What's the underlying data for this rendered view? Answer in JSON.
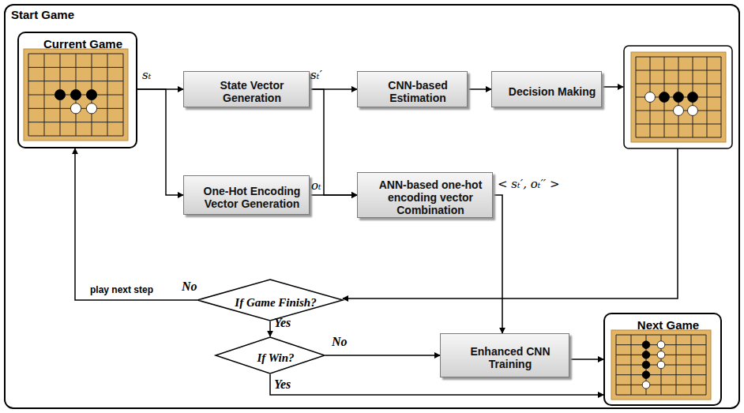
{
  "diagram": {
    "nodes": [
      {
        "text": [
          "Start Game"
        ]
      },
      {
        "text": [
          "Current Game"
        ],
        "in": 0
      },
      {
        "text": [
          "State Vector Generation"
        ],
        "in": 0
      },
      {
        "text": [
          "CNN-based Estimation"
        ],
        "in": 0
      },
      {
        "text": [
          "Decision Making"
        ],
        "in": 0
      },
      {
        "text": [
          "One-Hot Encoding Vector Generation"
        ],
        "in": 0
      },
      {
        "text": [
          "ANN-based one-hot encoding vector Combination"
        ],
        "in": 0
      },
      {
        "text": [
          "If Game Finish?"
        ],
        "in": 0
      },
      {
        "text": [
          "If Win?"
        ],
        "in": 0
      },
      {
        "text": [
          "Enhanced CNN Training"
        ],
        "in": 0
      },
      {
        "text": [
          "Next Game"
        ],
        "in": 0
      }
    ],
    "edges": [
      {
        "from": 1,
        "to": 2,
        "arrow": "to"
      },
      {
        "from": 1,
        "to": 5,
        "arrow": "to"
      },
      {
        "from": 2,
        "to": 3,
        "arrow": "to"
      },
      {
        "from": 2,
        "to": 6,
        "arrow": "to"
      },
      {
        "from": 5,
        "to": 6,
        "arrow": "to"
      },
      {
        "from": 3,
        "to": 4,
        "arrow": "to"
      },
      {
        "from": 7,
        "to": 1,
        "label": "play next step",
        "arrow": "to"
      },
      {
        "from": 7,
        "to": 8,
        "arrow": "to"
      },
      {
        "from": 8,
        "to": 9,
        "arrow": "to"
      },
      {
        "from": 8,
        "to": 10,
        "arrow": "to"
      },
      {
        "from": 6,
        "to": 9,
        "arrow": "to"
      },
      {
        "from": 9,
        "to": 10,
        "arrow": "to"
      }
    ],
    "labels": [
      "sₜ",
      "sₜ′",
      "oₜ",
      "< sₜ′, oₜ′′ >",
      "No",
      "Yes",
      "No",
      "Yes"
    ]
  }
}
